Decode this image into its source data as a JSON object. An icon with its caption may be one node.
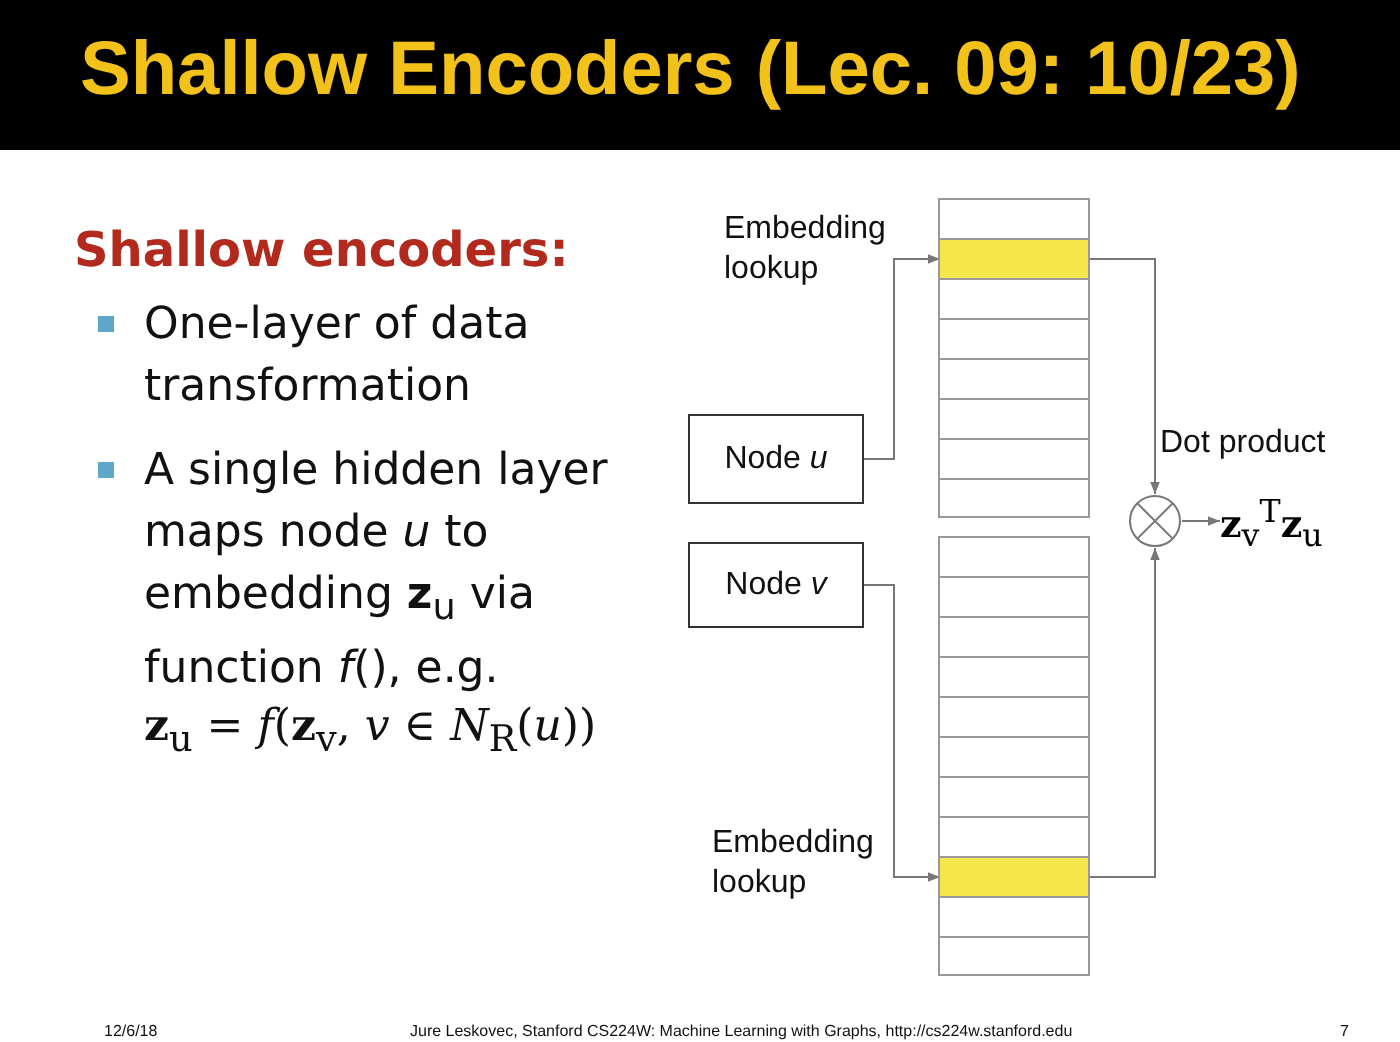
{
  "diagram": {
    "title": "Shallow Encoders (Lec. 09: 10/23)",
    "nodes": [
      {
        "text": [
          "Node *u*"
        ]
      },
      {
        "text": [
          "Node *v*"
        ]
      },
      {
        "text": [],
        "shape": "box"
      },
      {
        "text": [],
        "shape": "bar",
        "in": 2
      },
      {
        "text": [],
        "shape": "box"
      },
      {
        "text": [],
        "shape": "bar",
        "in": 4
      },
      {
        "text": [],
        "shape": "circle",
        "beside": [
          "Dot product"
        ]
      },
      {
        "text": [
          "**z**$_{v}$$^{T}$**z**$_{u}$"
        ]
      }
    ],
    "edges": [
      {
        "from": 0,
        "to": 3,
        "arrow": "to"
      },
      {
        "from": 3,
        "to": 6,
        "arrow": "to"
      },
      {
        "from": 1,
        "to": 5,
        "arrow": "to"
      },
      {
        "from": 5,
        "to": 6,
        "arrow": "to"
      },
      {
        "from": 6,
        "to": 7,
        "arrow": "to"
      }
    ],
    "labels": [
      "Shallow encoders:",
      "One-layer of data transformation",
      "A single hidden layer maps node *u* to embedding **z**$_{u}$ via function *f*(), e.g.",
      "**z**$_{u}$ = *f*(**z**$_{v}$, *v* ∈ *N*$_{R}$(*u*))",
      "Embedding lookup",
      "Embedding lookup",
      "12/6/18",
      "Jure Leskovec, Stanford CS224W: Machine Learning with Graphs, http://cs224w.stanford.edu",
      "7"
    ]
  }
}
